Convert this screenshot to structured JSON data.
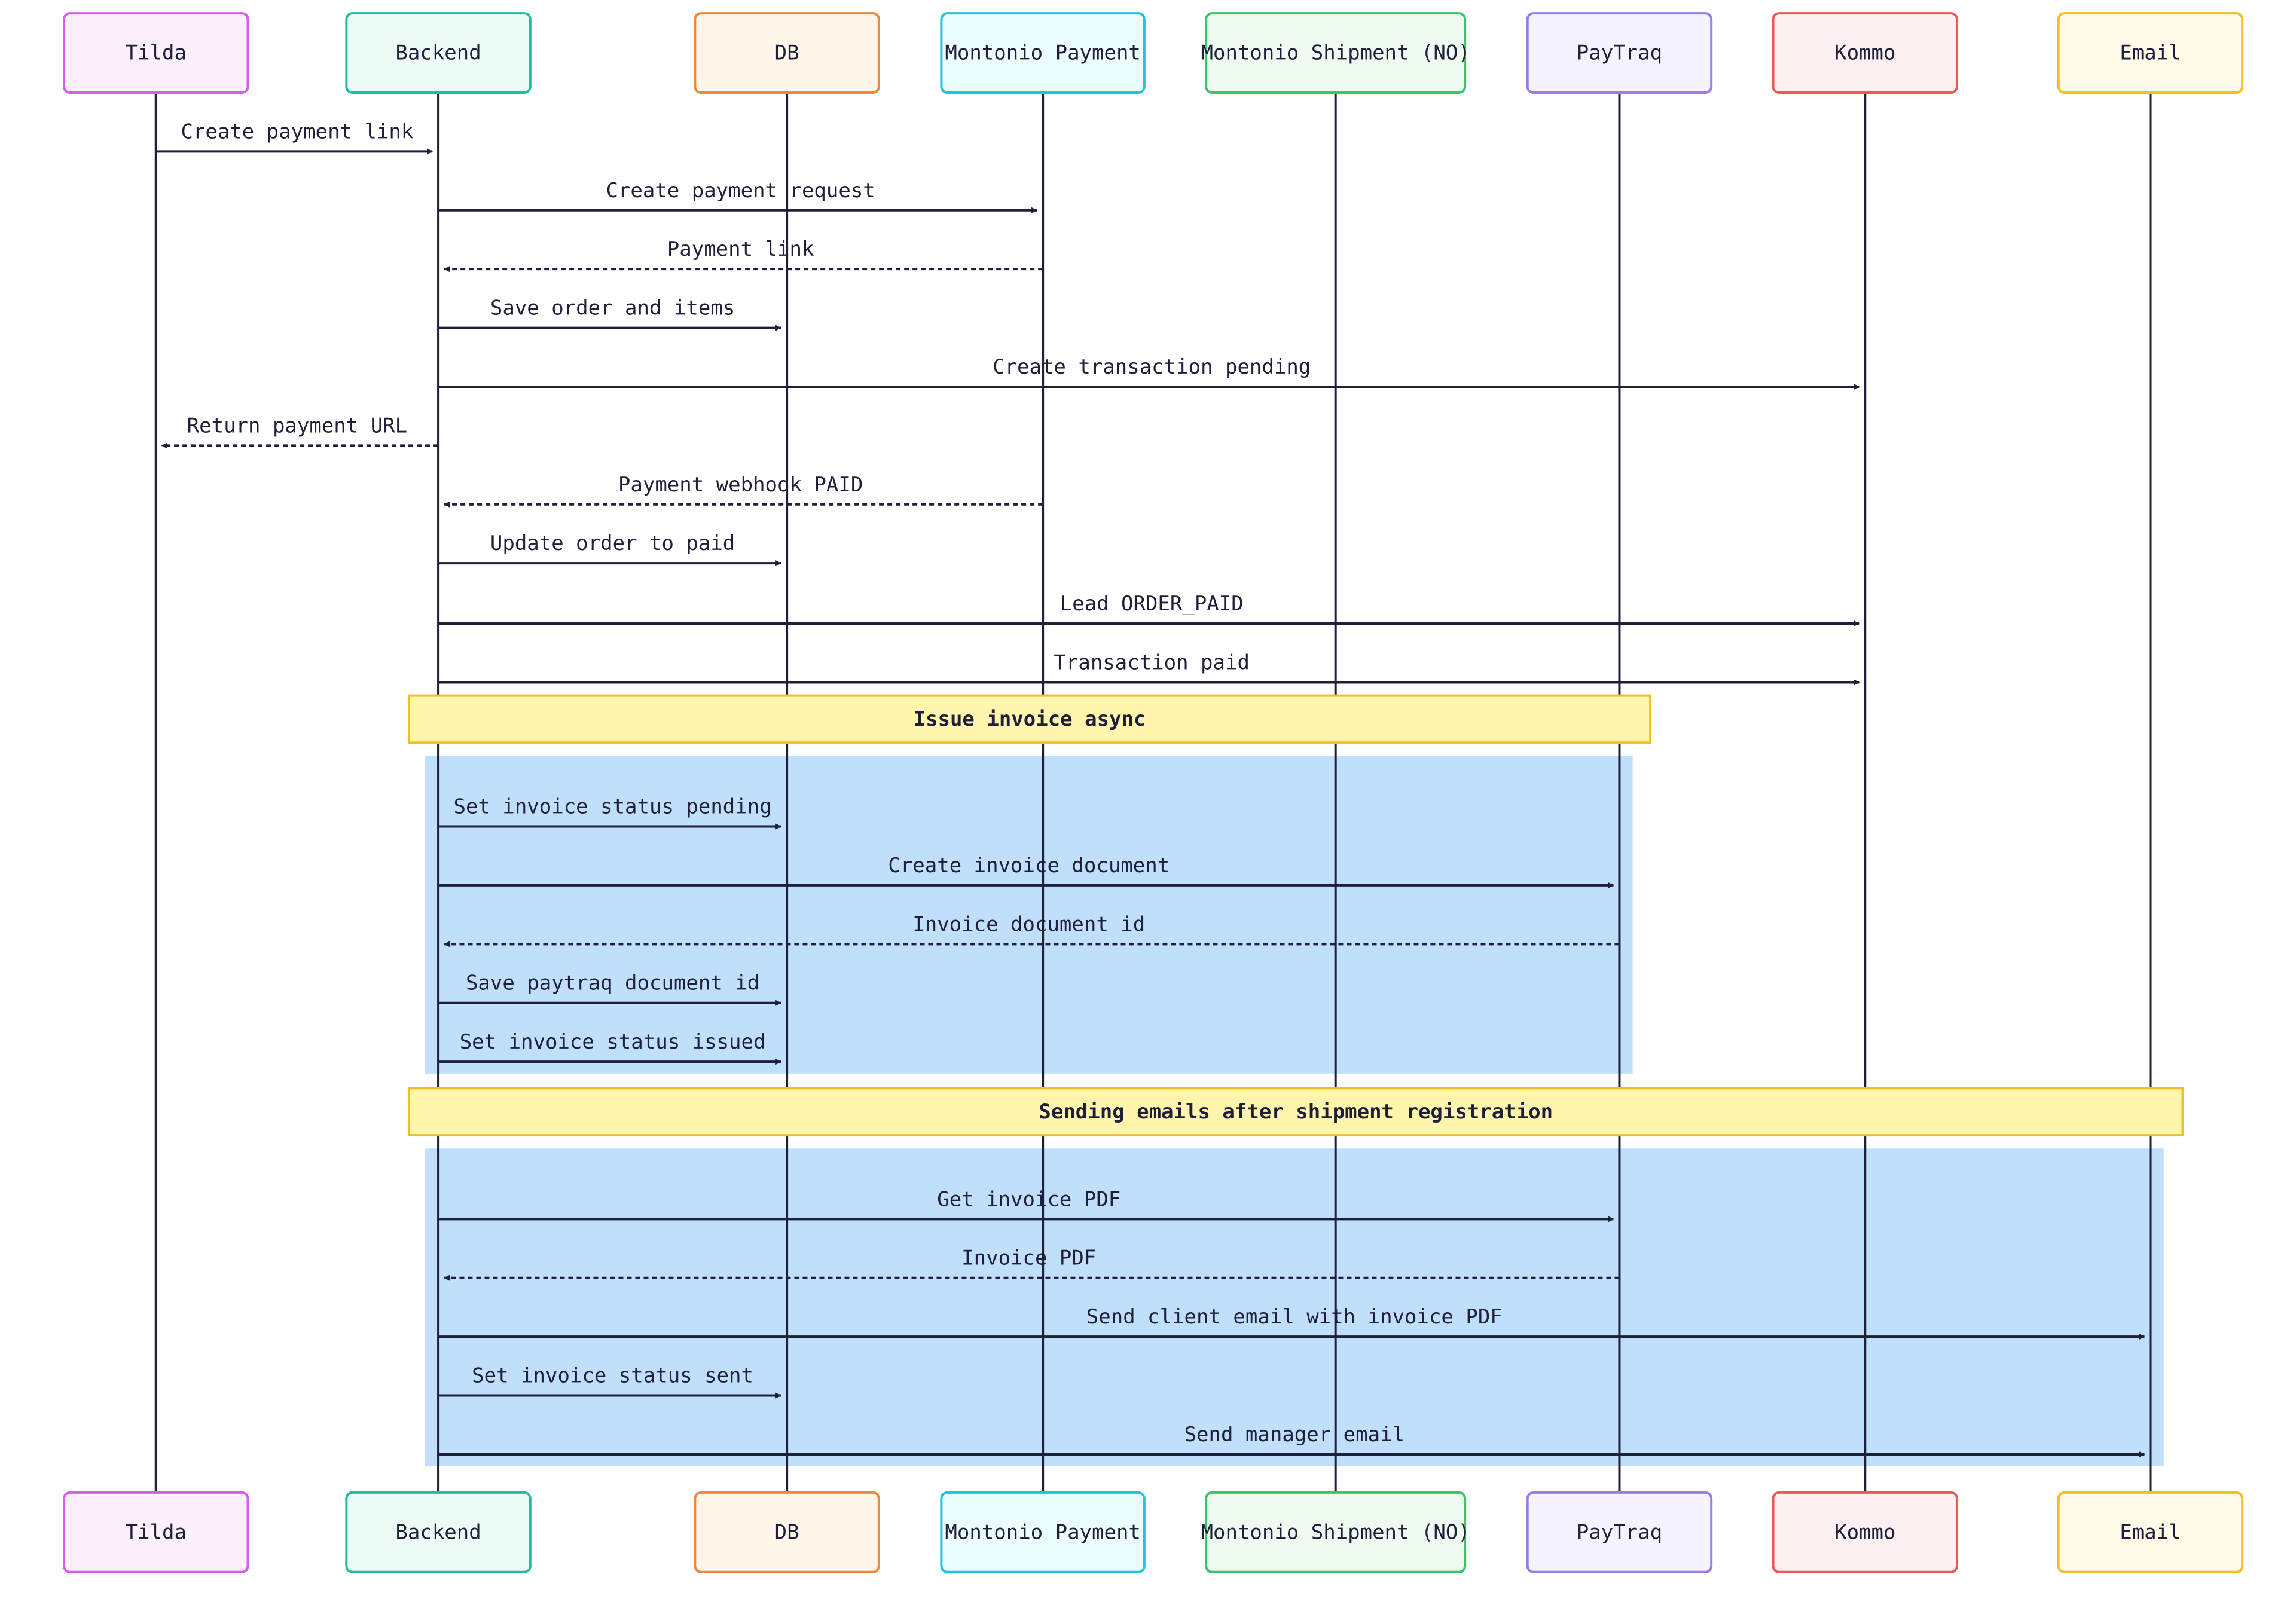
{
  "actors": [
    {
      "id": "tilda",
      "label": "Tilda",
      "fill": "#fdf0fd",
      "stroke": "#d45ee8"
    },
    {
      "id": "backend",
      "label": "Backend",
      "fill": "#ecfbf5",
      "stroke": "#20bfa0"
    },
    {
      "id": "db",
      "label": "DB",
      "fill": "#fff7ea",
      "stroke": "#f0883c"
    },
    {
      "id": "montonio-payment",
      "label": "Montonio Payment",
      "fill": "#ecfdfe",
      "stroke": "#22c3dc"
    },
    {
      "id": "montonio-shipment",
      "label": "Montonio Shipment (NO)",
      "fill": "#eefbf1",
      "stroke": "#3bc46b"
    },
    {
      "id": "paytraq",
      "label": "PayTraq",
      "fill": "#f5f3fe",
      "stroke": "#9a7bea"
    },
    {
      "id": "kommo",
      "label": "Kommo",
      "fill": "#fdf0f0",
      "stroke": "#e85a5a"
    },
    {
      "id": "email",
      "label": "Email",
      "fill": "#fffbe8",
      "stroke": "#f0c020"
    }
  ],
  "messages": [
    {
      "from": "tilda",
      "to": "backend",
      "label": "Create payment link",
      "dashed": false
    },
    {
      "from": "backend",
      "to": "montonio-payment",
      "label": "Create payment request",
      "dashed": false
    },
    {
      "from": "montonio-payment",
      "to": "backend",
      "label": "Payment link",
      "dashed": true
    },
    {
      "from": "backend",
      "to": "db",
      "label": "Save order and items",
      "dashed": false
    },
    {
      "from": "backend",
      "to": "kommo",
      "label": "Create transaction pending",
      "dashed": false
    },
    {
      "from": "backend",
      "to": "tilda",
      "label": "Return payment URL",
      "dashed": true
    },
    {
      "from": "montonio-payment",
      "to": "backend",
      "label": "Payment webhook PAID",
      "dashed": true
    },
    {
      "from": "backend",
      "to": "db",
      "label": "Update order to paid",
      "dashed": false
    },
    {
      "from": "backend",
      "to": "kommo",
      "label": "Lead ORDER_PAID",
      "dashed": false
    },
    {
      "from": "backend",
      "to": "kommo",
      "label": "Transaction paid",
      "dashed": false
    },
    {
      "from": "backend",
      "to": "db",
      "label": "Set invoice status pending",
      "dashed": false
    },
    {
      "from": "backend",
      "to": "paytraq",
      "label": "Create invoice document",
      "dashed": false
    },
    {
      "from": "paytraq",
      "to": "backend",
      "label": "Invoice document id",
      "dashed": true
    },
    {
      "from": "backend",
      "to": "db",
      "label": "Save paytraq document id",
      "dashed": false
    },
    {
      "from": "backend",
      "to": "db",
      "label": "Set invoice status issued",
      "dashed": false
    },
    {
      "from": "backend",
      "to": "paytraq",
      "label": "Get invoice PDF",
      "dashed": false
    },
    {
      "from": "paytraq",
      "to": "backend",
      "label": "Invoice PDF",
      "dashed": true
    },
    {
      "from": "backend",
      "to": "email",
      "label": "Send client email with invoice PDF",
      "dashed": false
    },
    {
      "from": "backend",
      "to": "db",
      "label": "Set invoice status sent",
      "dashed": false
    },
    {
      "from": "backend",
      "to": "email",
      "label": "Send manager email",
      "dashed": false
    }
  ],
  "notes": [
    {
      "label": "Issue invoice async",
      "from": "backend",
      "to": "paytraq",
      "first_message": 10,
      "last_message": 14
    },
    {
      "label": "Sending emails after shipment registration",
      "from": "backend",
      "to": "email",
      "first_message": 15,
      "last_message": 19
    }
  ],
  "colors": {
    "line": "#1f1f3a",
    "note_fill": "#fff5ad",
    "note_stroke": "#f0c020",
    "region_fill": "#bfdffb"
  }
}
